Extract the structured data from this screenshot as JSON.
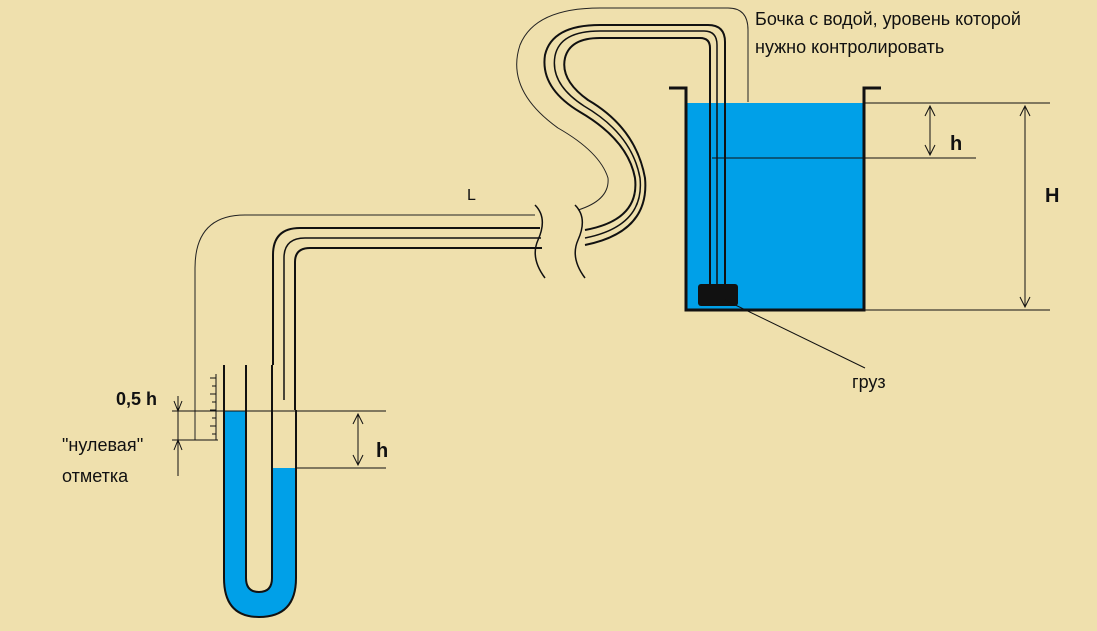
{
  "labels": {
    "barrel_line1": "Бочка с водой, уровень которой",
    "barrel_line2": "нужно контролировать",
    "h_barrel": "h",
    "H_total": "H",
    "weight": "груз",
    "L_length": "L",
    "half_h": "0,5 h",
    "zero_line1": "\"нулевая''",
    "zero_line2": "отметка",
    "h_manometer": "h"
  },
  "colors": {
    "background": "#efe0ad",
    "water": "#00a0e8",
    "outline": "#111111"
  }
}
